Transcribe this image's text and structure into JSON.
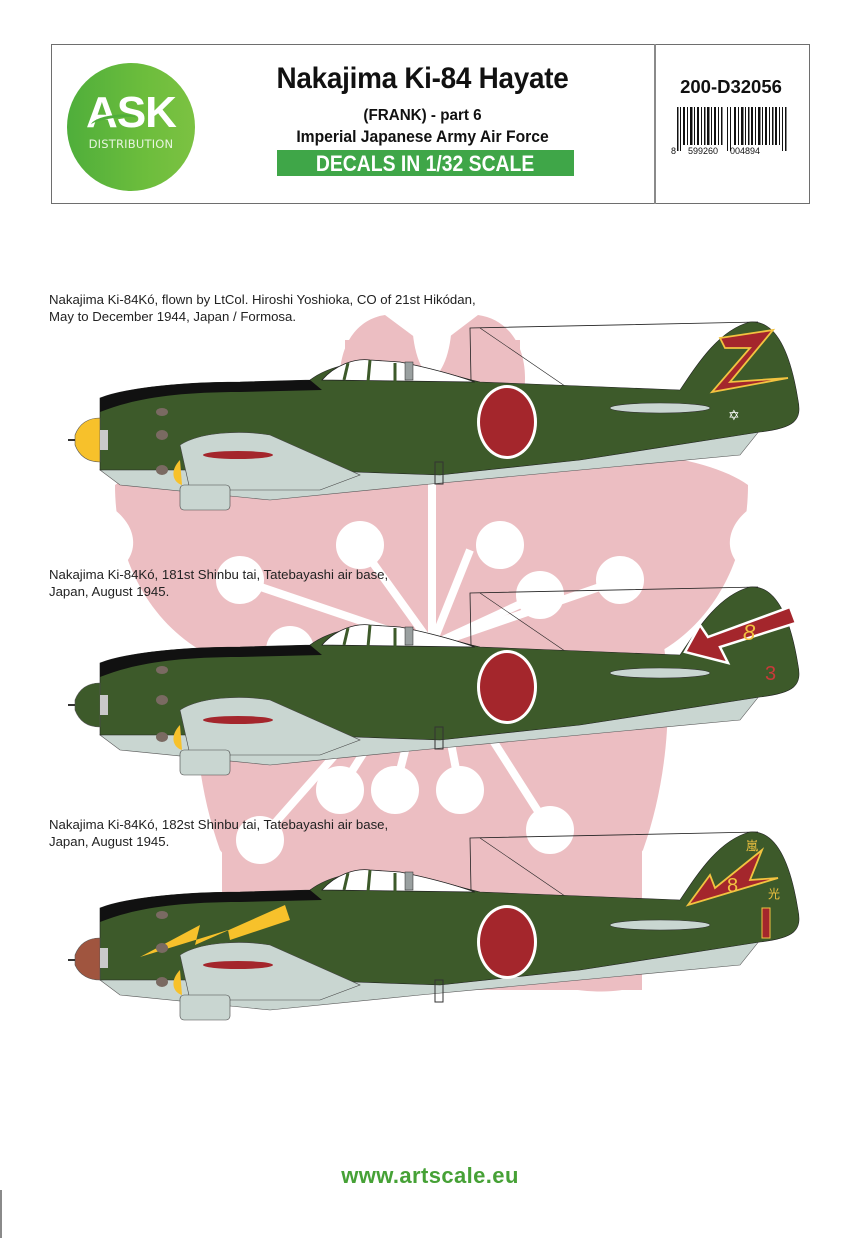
{
  "header": {
    "logo": {
      "brand": "ASK",
      "tagline": "DISTRIBUTION",
      "color": "#5db43d"
    },
    "title": "Nakajima Ki-84 Hayate",
    "subtitle": "(FRANK) - part 6",
    "subtitle2": "Imperial Japanese Army Air Force",
    "scale_banner": "DECALS IN 1/32 SCALE",
    "scale_banner_color": "#3fa648",
    "product_code": "200-D32056",
    "barcode": {
      "digit_first": "8",
      "group_left": "599260",
      "group_right": "004894"
    }
  },
  "profiles": [
    {
      "description_line1": "Nakajima Ki-84Kó, flown by LtCol. Hiroshi Yoshioka, CO of 21st Hikódan,",
      "description_line2": "May to December 1944, Japan / Formosa.",
      "spinner_color": "#f7c12b",
      "tail_marking": "red Z-lightning with yellow outline",
      "tail_code": "",
      "fuselage_marking": ""
    },
    {
      "description_line1": "Nakajima Ki-84Kó, 181st Shinbu tai, Tatebayashi air base,",
      "description_line2": "Japan, August 1945.",
      "spinner_color": "#3d5a2a",
      "tail_marking": "red arrow with white outline, yellow 8",
      "tail_code": "3",
      "fuselage_marking": ""
    },
    {
      "description_line1": "Nakajima Ki-84Kó, 182st Shinbu tai, Tatebayashi air base,",
      "description_line2": "Japan, August 1945.",
      "spinner_color": "#a0553f",
      "tail_marking": "red lightning with yellow 8",
      "tail_code": "1",
      "tail_kanji_top": "嵐",
      "tail_kanji_mid": "光",
      "fuselage_marking": "yellow lightning bolt"
    }
  ],
  "colors": {
    "olive_green": "#3d5a2a",
    "hinomaru_red": "#a4262c",
    "underside_grey": "#c9d6d1",
    "blossom_pink": "#ecbec2",
    "text_green": "#46a136"
  },
  "footer": {
    "url": "www.artscale.eu"
  }
}
